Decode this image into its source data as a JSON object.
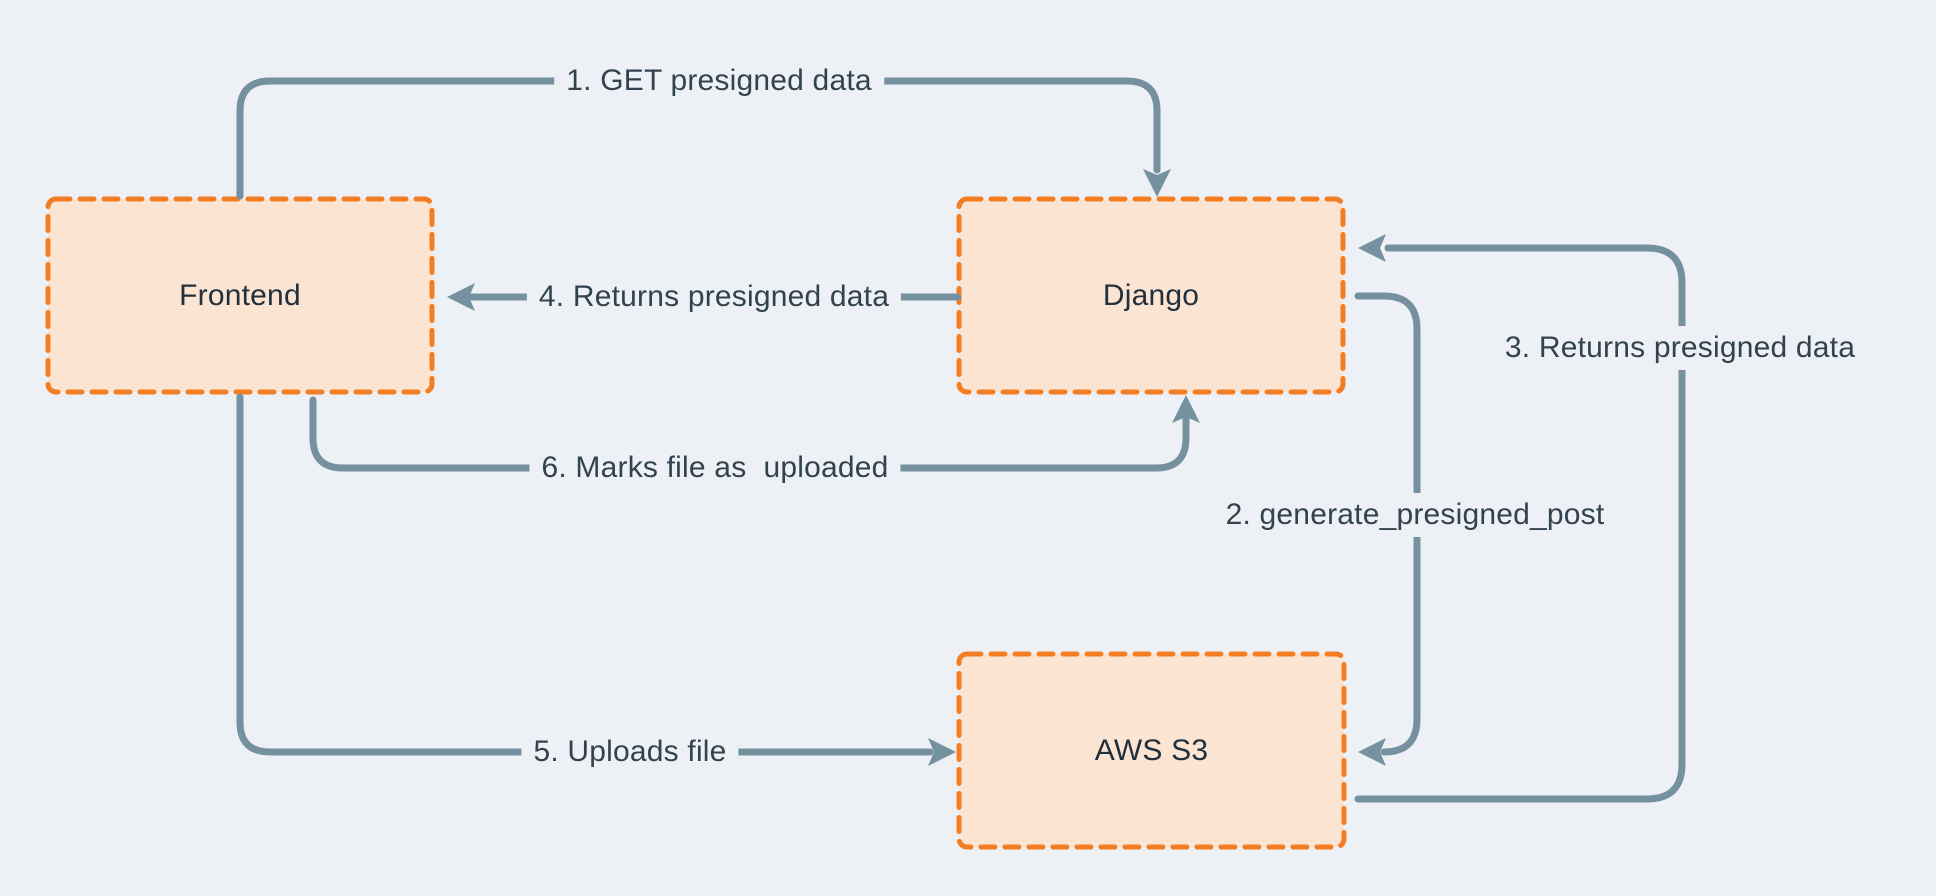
{
  "theme": {
    "background": "#edf1f5",
    "node_fill": "#fce4d3",
    "node_border": "#f27d22",
    "arrow": "#75909e",
    "label_text": "#32424e",
    "node_text": "#22303c"
  },
  "nodes": {
    "frontend": {
      "label": "Frontend"
    },
    "django": {
      "label": "Django"
    },
    "aws_s3": {
      "label": "AWS S3"
    }
  },
  "edges": {
    "step1": {
      "label": "1. GET presigned data",
      "from": "Frontend",
      "to": "Django"
    },
    "step2": {
      "label": "2. generate_presigned_post",
      "from": "Django",
      "to": "AWS S3"
    },
    "step3": {
      "label": "3. Returns presigned data",
      "from": "AWS S3",
      "to": "Django"
    },
    "step4": {
      "label": "4. Returns presigned data",
      "from": "Django",
      "to": "Frontend"
    },
    "step5": {
      "label": "5. Uploads file",
      "from": "Frontend",
      "to": "AWS S3"
    },
    "step6": {
      "label": "6. Marks file as  uploaded",
      "from": "Frontend",
      "to": "Django"
    }
  }
}
